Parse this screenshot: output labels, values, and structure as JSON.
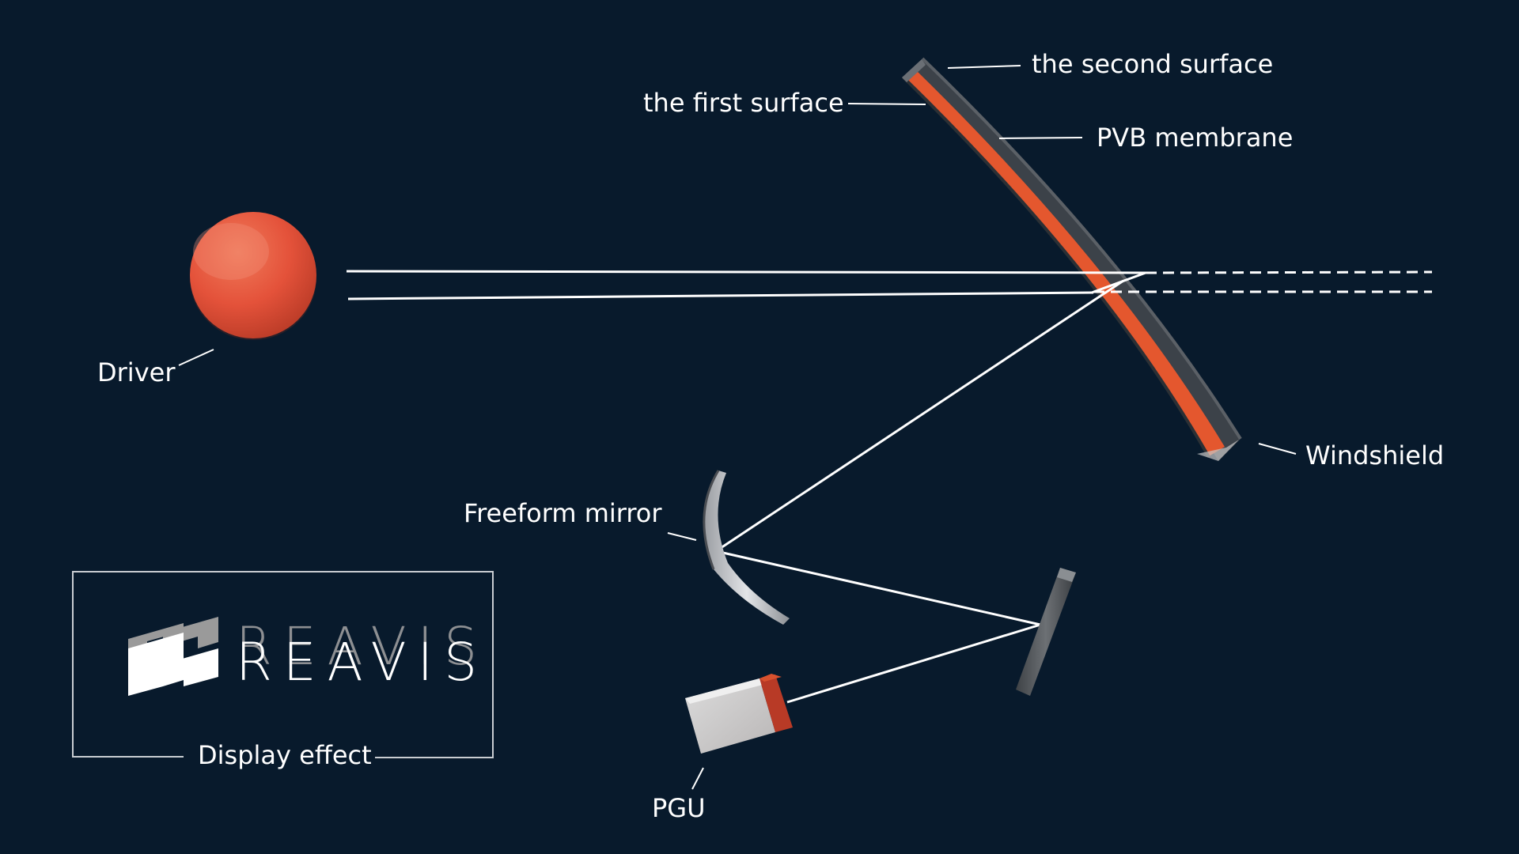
{
  "labels": {
    "second_surface": "the second surface",
    "first_surface": "the first surface",
    "pvb": "PVB membrane",
    "driver": "Driver",
    "windshield": "Windshield",
    "freeform_mirror": "Freeform mirror",
    "display_effect": "Display effect",
    "pgu": "PGU"
  },
  "logo": {
    "text": "REAVIS"
  },
  "colors": {
    "background": "#081a2c",
    "accent_orange": "#e4572e",
    "glass": "#4a4f55",
    "line": "#ffffff"
  }
}
